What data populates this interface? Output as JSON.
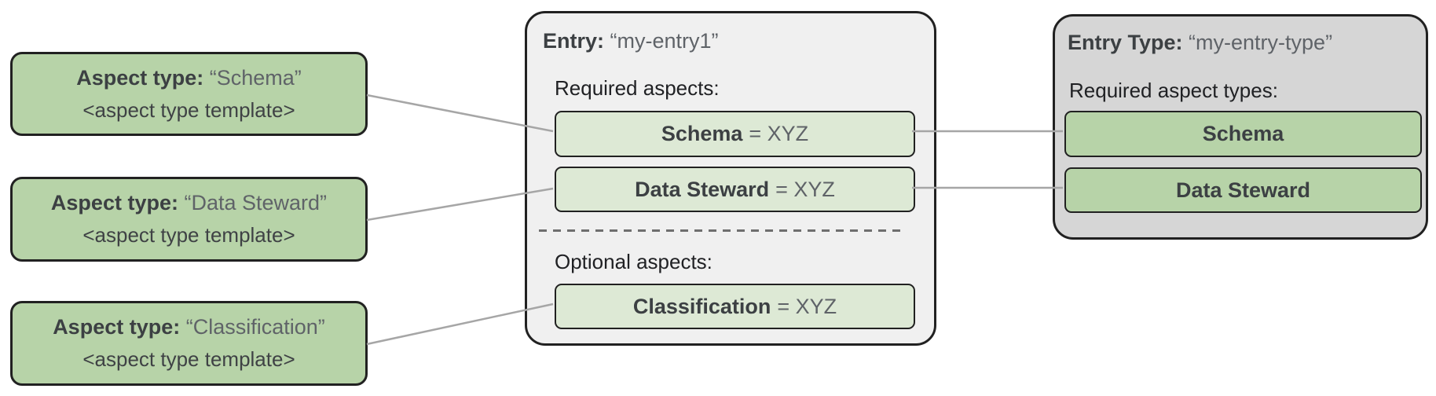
{
  "left_aspect_types": [
    {
      "label_bold": "Aspect type:",
      "label_value": "“Schema”",
      "template": "<aspect type template>"
    },
    {
      "label_bold": "Aspect type:",
      "label_value": "“Data Steward”",
      "template": "<aspect type template>"
    },
    {
      "label_bold": "Aspect type:",
      "label_value": "“Classification”",
      "template": "<aspect type template>"
    }
  ],
  "entry": {
    "title_bold": "Entry:",
    "title_value": "“my-entry1”",
    "required_label": "Required aspects:",
    "required_aspects": [
      {
        "name": "Schema",
        "value": "= XYZ"
      },
      {
        "name": "Data Steward",
        "value": "= XYZ"
      }
    ],
    "optional_label": "Optional aspects:",
    "optional_aspects": [
      {
        "name": "Classification",
        "value": "= XYZ"
      }
    ]
  },
  "entry_type": {
    "title_bold": "Entry Type:",
    "title_value": "“my-entry-type”",
    "required_label": "Required aspect types:",
    "required_aspect_types": [
      {
        "name": "Schema"
      },
      {
        "name": "Data Steward"
      }
    ]
  },
  "colors": {
    "green_strong": "#b7d3a8",
    "green_pale": "#dde9d5",
    "gray_light": "#f0f0f0",
    "gray_mid": "#d6d6d6",
    "border": "#212121",
    "connector": "#a6a6a6"
  }
}
